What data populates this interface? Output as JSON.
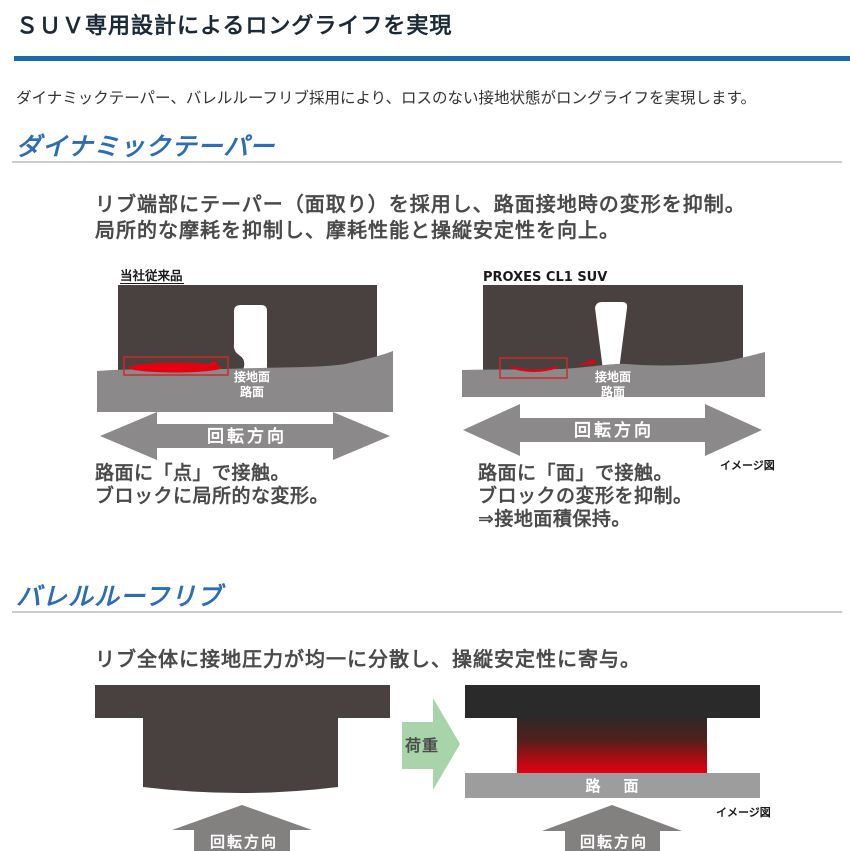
{
  "page": {
    "title": "ＳＵＶ専用設計によるロングライフを実現",
    "intro": "ダイナミックテーパー、バレルルーフリブ採用により、ロスのない接地状態がロングライフを実現します。"
  },
  "taper_section": {
    "heading": "ダイナミックテーパー",
    "lead_line1": "リブ端部にテーパー（面取り）を採用し、路面接地時の変形を抑制。",
    "lead_line2": "局所的な摩耗を抑制し、摩耗性能と操縦安定性を向上。",
    "conventional": {
      "label": "当社従来品",
      "contact_surface_label": "接地面",
      "road_label": "路面",
      "rotation_label": "回転方向",
      "caption_line1": "路面に「点」で接触。",
      "caption_line2": "ブロックに局所的な変形。"
    },
    "proxes": {
      "label": "PROXES CL1 SUV",
      "contact_surface_label": "接地面",
      "road_label": "路面",
      "rotation_label": "回転方向",
      "caption_line1": "路面に「面」で接触。",
      "caption_line2": "ブロックの変形を抑制。",
      "caption_line3": "⇒接地面積保持。"
    },
    "image_note": "イメージ図"
  },
  "barrel_section": {
    "heading": "バレルルーフリブ",
    "lead": "リブ全体に接地圧力が均一に分散し、操縦安定性に寄与。",
    "load_label": "荷重",
    "road_label": "路　面",
    "rotation_left_label": "回転方向",
    "rotation_right_label": "回転方向",
    "image_note": "イメージ図"
  },
  "colors": {
    "title_bar_blue": "#1a6aa8",
    "heading_blue": "#2e6db4",
    "tread_dark": "#48413f",
    "near_black": "#2b2a2a",
    "arrow_gray": "#8b8989",
    "road_light_gray": "#9d9d9d",
    "pressure_red": "#e60012",
    "load_green": "#a8d4a9"
  }
}
